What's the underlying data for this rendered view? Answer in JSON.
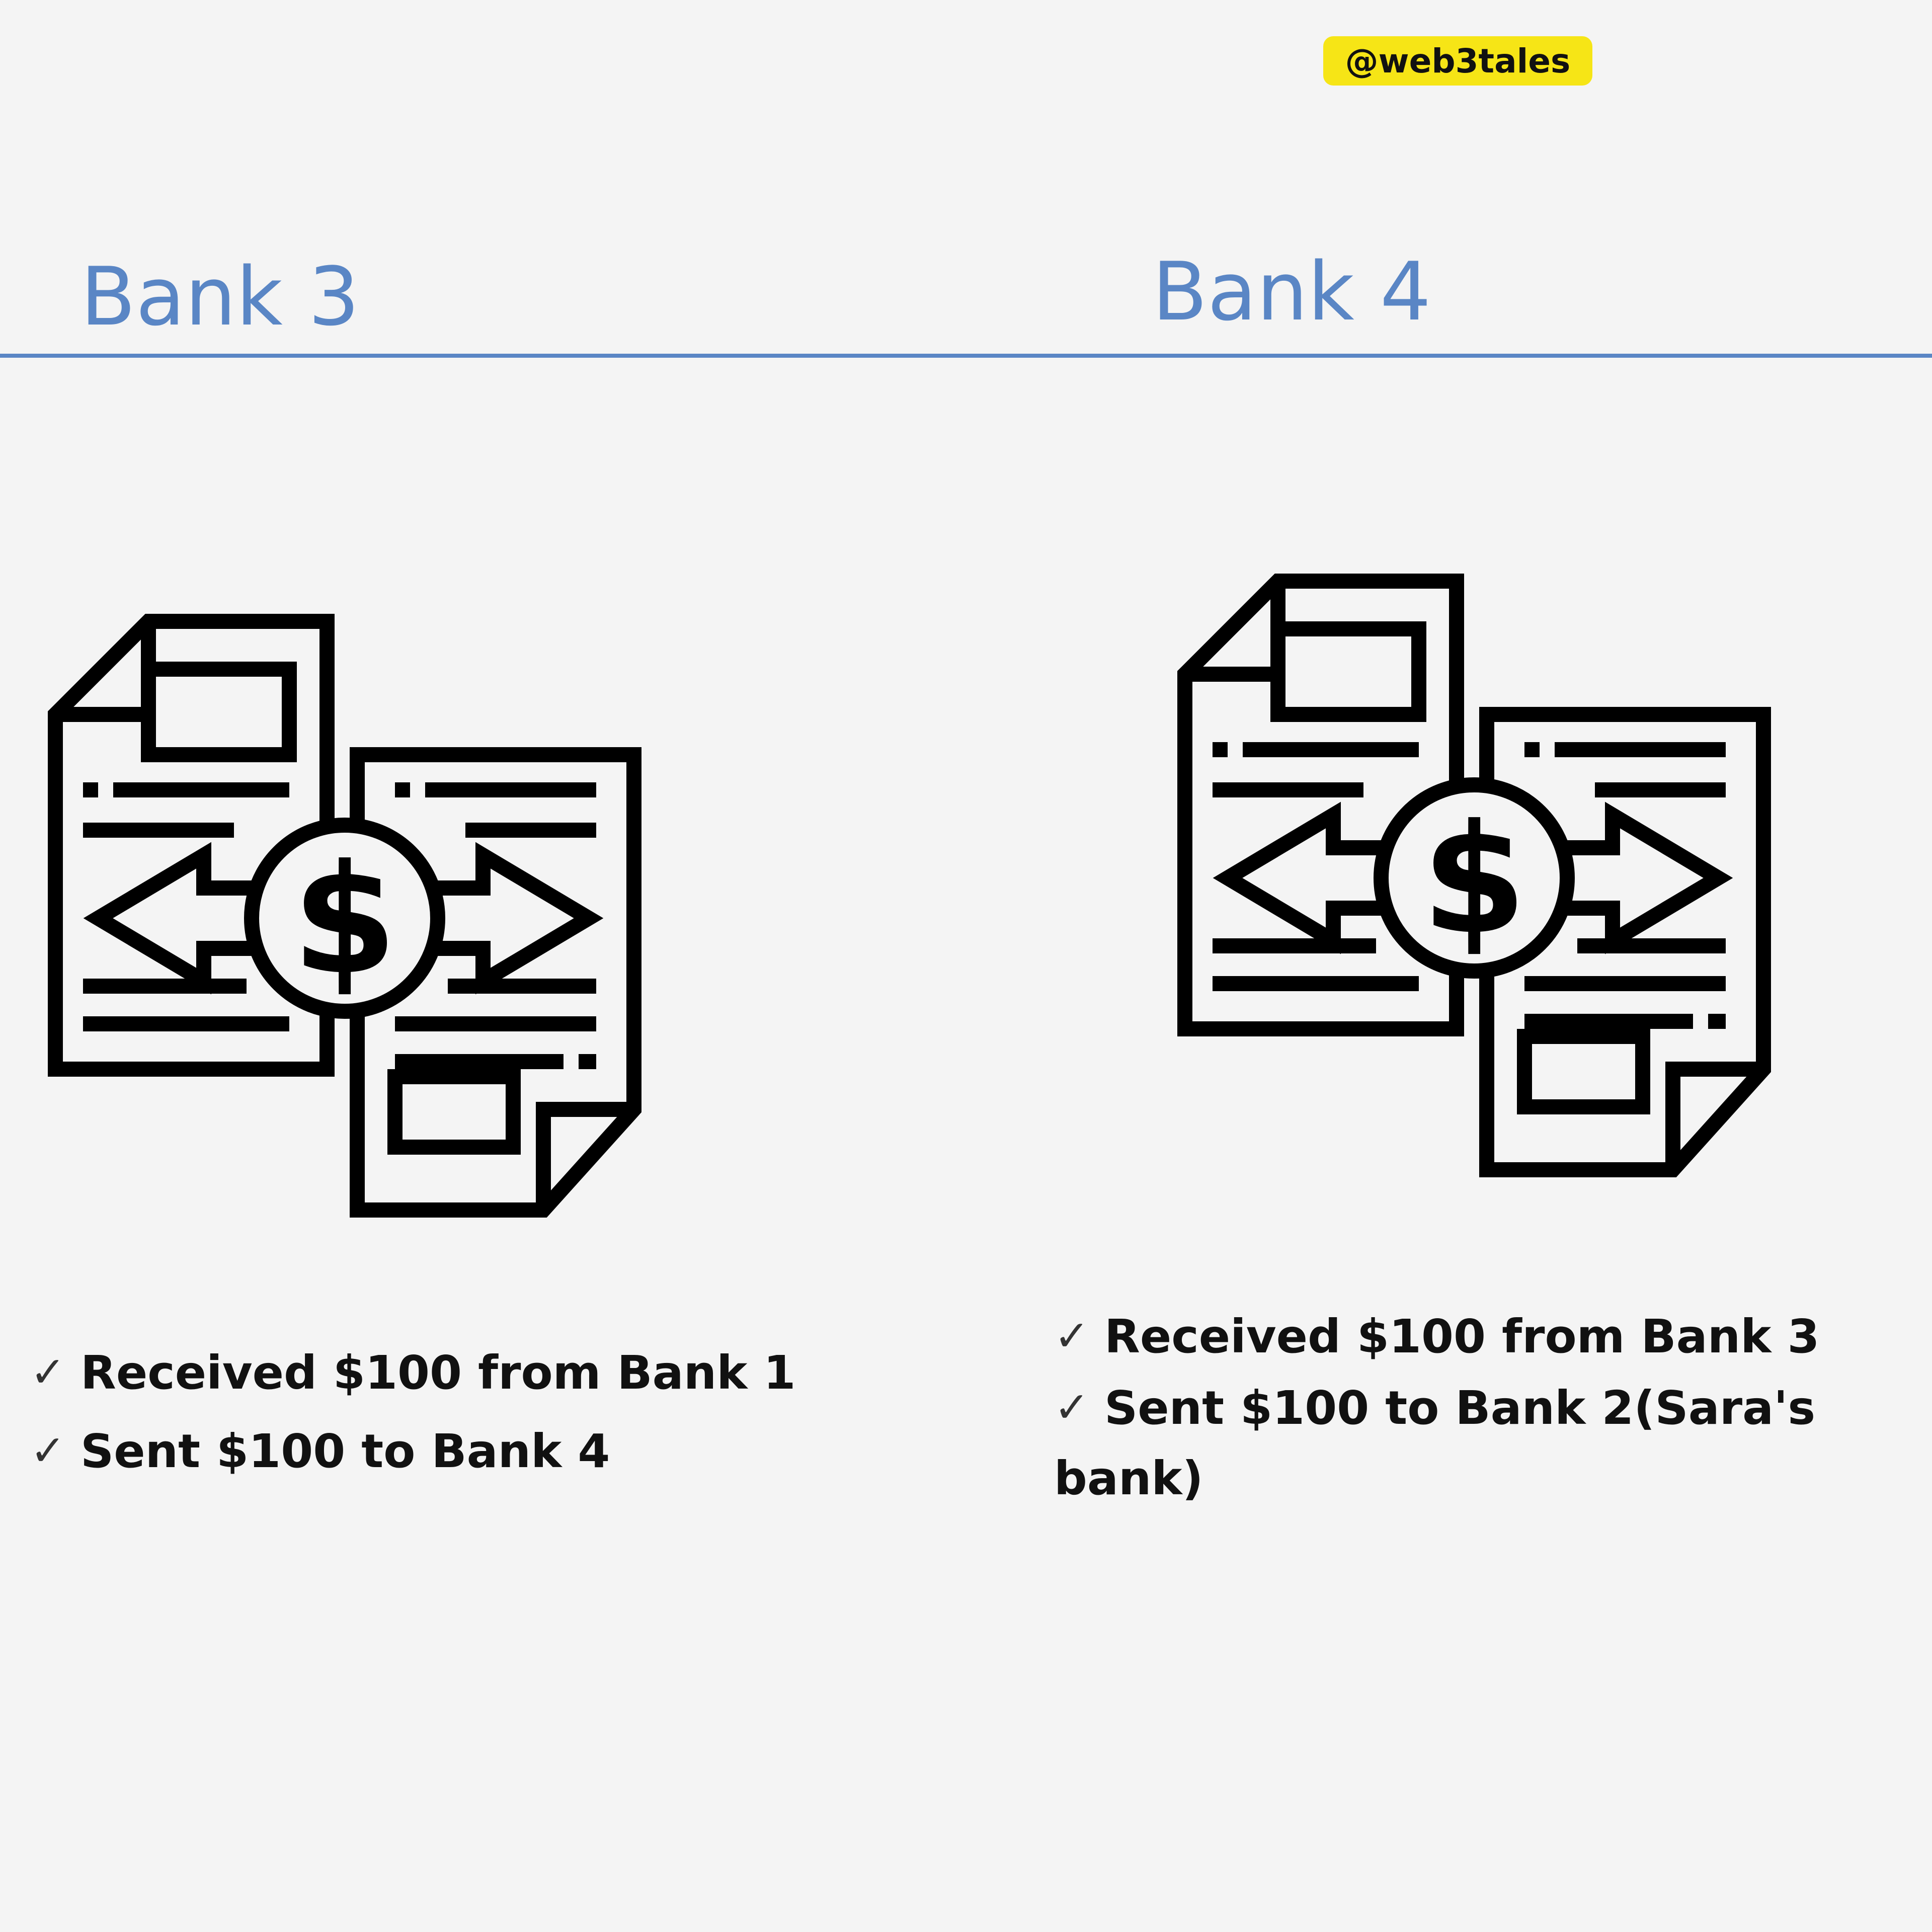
{
  "header": {
    "handle": "@web3tales"
  },
  "banks": [
    {
      "title": "Bank 3",
      "icon": "money-transfer-documents-icon",
      "notes": [
        "Received $100 from Bank 1",
        "Sent $100 to Bank 4"
      ]
    },
    {
      "title": "Bank 4",
      "icon": "money-transfer-documents-icon",
      "notes": [
        "Received $100 from Bank 3",
        "Sent $100 to Bank 2(Sara's bank)"
      ]
    }
  ],
  "check_symbol": "✓",
  "colors": {
    "accent": "#5a86c5",
    "badge": "#f6e516",
    "background": "#f4f4f4",
    "ink": "#000000"
  }
}
